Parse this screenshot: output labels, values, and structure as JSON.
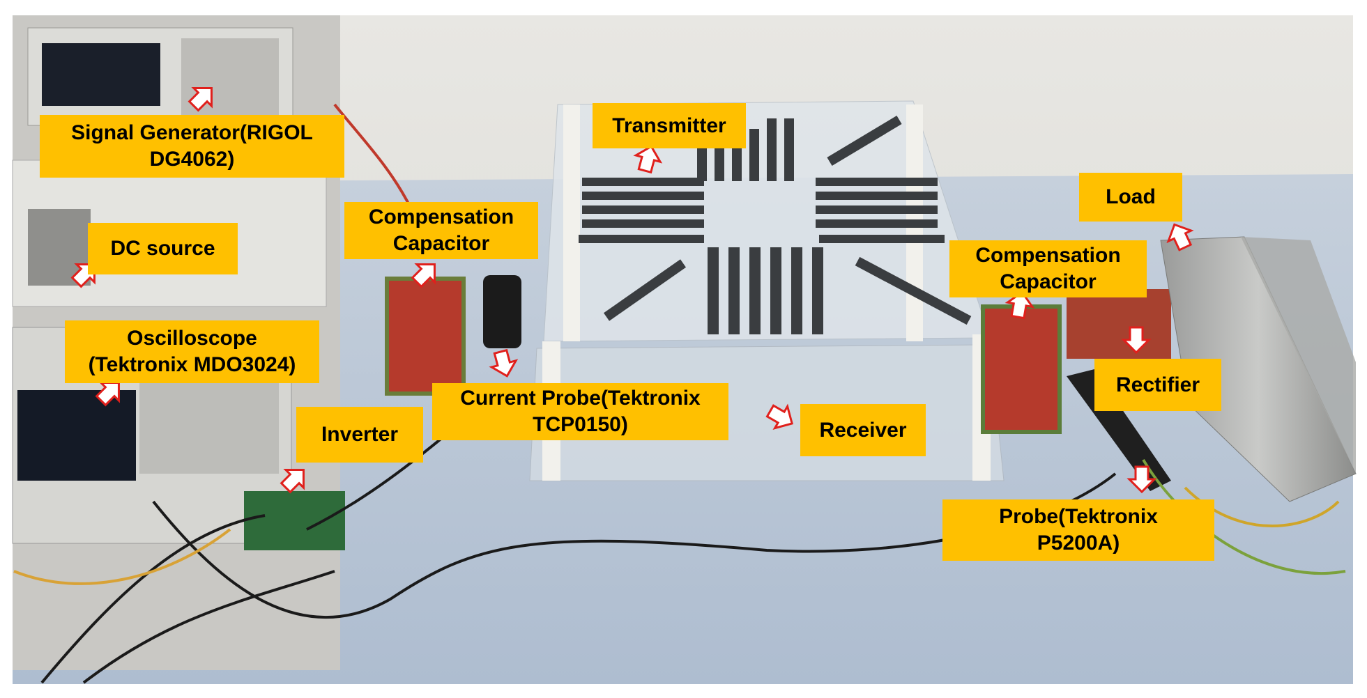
{
  "labels": {
    "signal_generator": "Signal Generator(RIGOL\nDG4062)",
    "dc_source": "DC source",
    "oscilloscope": "Oscilloscope\n(Tektronix MDO3024)",
    "compensation_capacitor_tx": "Compensation\nCapacitor",
    "inverter": "Inverter",
    "current_probe": "Current Probe(Tektronix\nTCP0150)",
    "transmitter": "Transmitter",
    "receiver": "Receiver",
    "compensation_capacitor_rx": "Compensation\nCapacitor",
    "load": "Load",
    "rectifier": "Rectifier",
    "probe": "Probe(Tektronix\nP5200A)"
  },
  "colors": {
    "label_background": "#ffc000",
    "arrow_outline": "#e0201c",
    "wall": "#e6e4df",
    "table_cloth": "#b9c6d6"
  },
  "icons": {
    "arrow": "hollow-red-arrow"
  }
}
